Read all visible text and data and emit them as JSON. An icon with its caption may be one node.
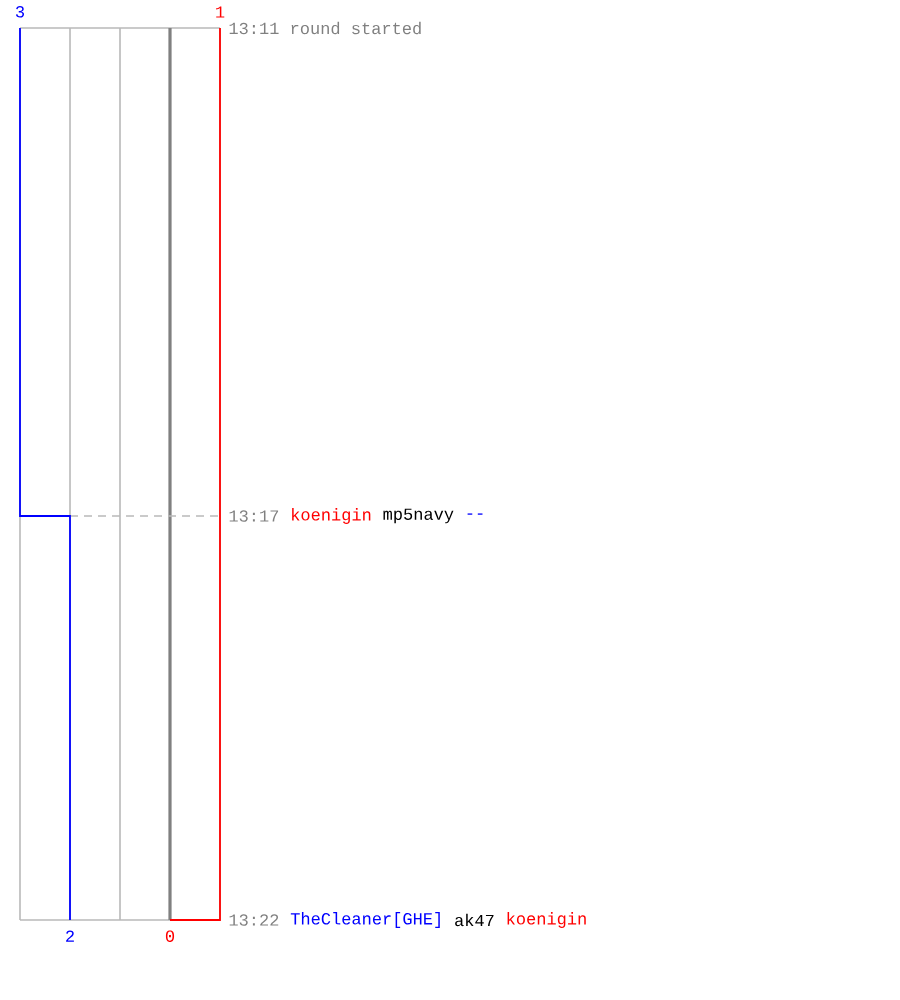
{
  "diagram": {
    "labels": [
      "3",
      "1",
      "13:11 round started",
      "13:17",
      "koenigin",
      "mp5navy",
      "--",
      "2",
      "0",
      "13:22",
      "TheCleaner[GHE]",
      "ak47",
      "koenigin"
    ]
  }
}
